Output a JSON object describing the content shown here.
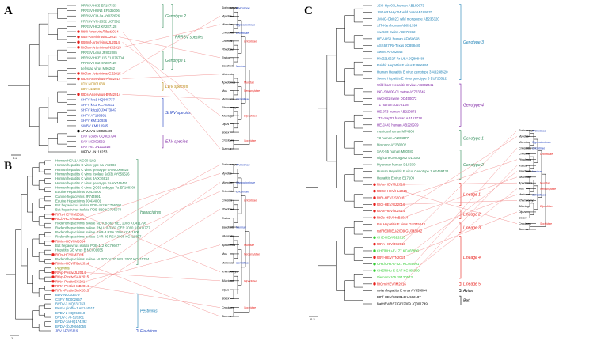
{
  "panels": [
    {
      "label": "A",
      "leaves": [
        {
          "text": "PRRSV HK5 EF187333",
          "color": "#2e8b57",
          "dot": false
        },
        {
          "text": "PRRSV HUN4 EF635006",
          "color": "#2e8b57",
          "dot": false
        },
        {
          "text": "PRRSV CH-1a AY032626",
          "color": "#2e8b57",
          "dot": false
        },
        {
          "text": "PRRSV VR-2332 U87392",
          "color": "#2e8b57",
          "dot": false
        },
        {
          "text": "PRRSV HK2 KF287128",
          "color": "#2e8b57",
          "dot": false
        },
        {
          "text": "RtMi-Arteriviru/Tibet2014",
          "color": "#e8201c",
          "dot": true
        },
        {
          "text": "RtEt-Arterivirus/SX2014",
          "color": "#e8201c",
          "dot": true
        },
        {
          "text": "RtMruf-Arterivirus/JL2014",
          "color": "#e8201c",
          "dot": true
        },
        {
          "text": "RtClan-Arterivirus/NX2015",
          "color": "#e8201c",
          "dot": true
        },
        {
          "text": "PRRSV Lena JF802085",
          "color": "#2e8b57",
          "dot": false
        },
        {
          "text": "PRRSV HKEU16 EU076704",
          "color": "#2e8b57",
          "dot": false
        },
        {
          "text": "PRRSV HK2 KF287129",
          "color": "#2e8b57",
          "dot": false
        },
        {
          "text": "Lelystad virus M96262",
          "color": "#2e8b57",
          "dot": false
        },
        {
          "text": "RtClan-Arterivirus/GZ2015",
          "color": "#e8201c",
          "dot": true
        },
        {
          "text": "RtDs-Arterivirus-A/IM2014",
          "color": "#e8201c",
          "dot": true
        },
        {
          "text": "LDV NC001639",
          "color": "#b8860b",
          "dot": false
        },
        {
          "text": "LDV L13298",
          "color": "#b8860b",
          "dot": false
        },
        {
          "text": "RtDs-Arterivirus-B/IM2014",
          "color": "#e8201c",
          "dot": true
        },
        {
          "text": "SHFV krc1 HQ845737",
          "color": "#1f3fbf",
          "dot": false
        },
        {
          "text": "SHFV krc2 KC787631",
          "color": "#1f3fbf",
          "dot": false
        },
        {
          "text": "SHFV krtg10 JX473847",
          "color": "#1f3fbf",
          "dot": false
        },
        {
          "text": "SHFV AF180391",
          "color": "#1f3fbf",
          "dot": false
        },
        {
          "text": "SHFV KM110936",
          "color": "#1f3fbf",
          "dot": false
        },
        {
          "text": "SWBV KM110935",
          "color": "#1f3fbf",
          "dot": false
        },
        {
          "text": "APMAV-1 NC026439",
          "color": "#000000",
          "dot": true
        },
        {
          "text": "EAV S3685 GQ903794",
          "color": "#7b1fa2",
          "dot": false
        },
        {
          "text": "EAV NC002532",
          "color": "#7b1fa2",
          "dot": false
        },
        {
          "text": "EAV F61 JN211318",
          "color": "#7b1fa2",
          "dot": false
        },
        {
          "text": "WPDV JN116253",
          "color": "#000000",
          "dot": false
        }
      ],
      "groups": [
        {
          "name": "Genotype 2",
          "color": "#2e8b57"
        },
        {
          "name": "Genotype 1",
          "color": "#2e8b57"
        },
        {
          "name": "PRRSV species",
          "color": "#2e8b57"
        },
        {
          "name": "LDV species",
          "color": "#b8860b"
        },
        {
          "name": "SHFV species",
          "color": "#1f3fbf"
        },
        {
          "name": "EAV species",
          "color": "#7b1fa2"
        }
      ],
      "scale": "0.2"
    },
    {
      "label": "B",
      "leaves": [
        {
          "text": "Human HCV1A NC004102",
          "color": "#2e8b57",
          "dot": false
        },
        {
          "text": "Human hepatitis C virus type 6a Y12083",
          "color": "#2e8b57",
          "dot": false
        },
        {
          "text": "Human hepatitis C virus genotype 5A NC009826",
          "color": "#2e8b57",
          "dot": false
        },
        {
          "text": "Human hepatitis C virus (isolate 6a33) AY859526",
          "color": "#2e8b57",
          "dot": false
        },
        {
          "text": "Human hepatitis C virus 3A X76918",
          "color": "#2e8b57",
          "dot": false
        },
        {
          "text": "Human hepatitis C virus genotype 2a AY746460",
          "color": "#2e8b57",
          "dot": false
        },
        {
          "text": "Human hepatitis C virus QC69 subtype 7a EF108306",
          "color": "#2e8b57",
          "dot": false
        },
        {
          "text": "Equine Hepacivirus JQ434000",
          "color": "#2e8b57",
          "dot": false
        },
        {
          "text": "Canine hepacivirus JF744991",
          "color": "#2e8b57",
          "dot": false
        },
        {
          "text": "Equine Hepacivirus JQ434001",
          "color": "#2e8b57",
          "dot": false
        },
        {
          "text": "Bat hepacivirus isolate PDB-452 KC796090",
          "color": "#2e8b57",
          "dot": false
        },
        {
          "text": "Bat hepacivirus isolate PDB-829 KC796074",
          "color": "#2e8b57",
          "dot": false
        },
        {
          "text": "RtRs-HCV/IM2014",
          "color": "#e8201c",
          "dot": true
        },
        {
          "text": "RtCb-HCV/HuB2014",
          "color": "#e8201c",
          "dot": true
        },
        {
          "text": "Rodent hepacivirus isolate NLR08-365 NEL 2008 KC411796",
          "color": "#2e8b57",
          "dot": false
        },
        {
          "text": "Rodent hepacivirus isolate RMU10-3382 GER 2010 KC411777",
          "color": "#2e8b57",
          "dot": false
        },
        {
          "text": "Rodent hepacivirus isolate SAR-3 RSA 2008 KC411806",
          "color": "#2e8b57",
          "dot": false
        },
        {
          "text": "Rodent hepacivirus isolate SAR-46 RSA 2008 KC411807",
          "color": "#2e8b57",
          "dot": false
        },
        {
          "text": "RtMm-HCV/IM2014",
          "color": "#e8201c",
          "dot": true
        },
        {
          "text": "Bat hepacivirus isolate PDB-112 KC796077",
          "color": "#2e8b57",
          "dot": false
        },
        {
          "text": "Hepatitis GB virus B NC001655",
          "color": "#2e8b57",
          "dot": false
        },
        {
          "text": "RtDs-HCV/IM2014",
          "color": "#e8201c",
          "dot": true
        },
        {
          "text": "Rodent hepacivirus isolate NLR07-oct70 NEL 2007 KC411784",
          "color": "#2e8b57",
          "dot": false
        },
        {
          "text": "RtMm-HCV/Tibet2014",
          "color": "#e8201c",
          "dot": true
        },
        {
          "text": "Pegivirus",
          "color": "#8b8b00",
          "dot": false
        },
        {
          "text": "RtAp-Pestiv/JL2014",
          "color": "#e8201c",
          "dot": true
        },
        {
          "text": "RtAp-Pestiv/SAX2015",
          "color": "#e8201c",
          "dot": true
        },
        {
          "text": "RtNn-Pestiv/SC2014",
          "color": "#e8201c",
          "dot": true
        },
        {
          "text": "RtRn-Pestiv/HuB2014",
          "color": "#e8201c",
          "dot": true
        },
        {
          "text": "RtRn-Pestiv/SAX2015",
          "color": "#e8201c",
          "dot": true
        },
        {
          "text": "BDV NC003679",
          "color": "#1a7fb5",
          "dot": false
        },
        {
          "text": "CSFV NC002657",
          "color": "#1a7fb5",
          "dot": false
        },
        {
          "text": "BVDV-3 HQ231763",
          "color": "#1a7fb5",
          "dot": false
        },
        {
          "text": "Pestiv giraffe-1 AF144617",
          "color": "#1a7fb5",
          "dot": false
        },
        {
          "text": "BVDV-2 HQ258810",
          "color": "#1a7fb5",
          "dot": false
        },
        {
          "text": "BVDV-1 AF526381",
          "color": "#1a7fb5",
          "dot": false
        },
        {
          "text": "BVDV-1a HQ174292",
          "color": "#1a7fb5",
          "dot": false
        },
        {
          "text": "BVDV-1b JN664055",
          "color": "#1a7fb5",
          "dot": false
        },
        {
          "text": "JEV AF315119",
          "color": "#1f3fbf",
          "dot": false
        }
      ],
      "groups": [
        {
          "name": "Hepacivirus",
          "color": "#2e8b57"
        },
        {
          "name": "Pestivirus",
          "color": "#1a7fb5"
        },
        {
          "name": "Flavivirus",
          "color": "#1f3fbf"
        }
      ],
      "scale": "1"
    },
    {
      "label": "C",
      "leaves": [
        {
          "text": "JSO-Hyo03L human AB189073",
          "color": "#1a7fb5",
          "dot": false
        },
        {
          "text": "JBOAR1-Hyo04 wild boar AB189070",
          "color": "#1a7fb5",
          "dot": false
        },
        {
          "text": "JMNG-Oki02C wild mongoose AB236320",
          "color": "#1a7fb5",
          "dot": false
        },
        {
          "text": "JJT-Kan human AB091394",
          "color": "#1a7fb5",
          "dot": false
        },
        {
          "text": "swJ570 Swine AB073912",
          "color": "#1a7fb5",
          "dot": false
        },
        {
          "text": "HEV-US1 human AF060668",
          "color": "#1a7fb5",
          "dot": false
        },
        {
          "text": "ASK627 Rr-Texas JQ898480",
          "color": "#1a7fb5",
          "dot": false
        },
        {
          "text": "Swine AF082843",
          "color": "#1a7fb5",
          "dot": false
        },
        {
          "text": "MVZ216627 Rr-USA JQ898486",
          "color": "#1a7fb5",
          "dot": false
        },
        {
          "text": "Rabbit Hepatitis E virus FJ906895",
          "color": "#1a7fb5",
          "dot": false
        },
        {
          "text": "Human Hepatitis E virus genotype 3 AB248520",
          "color": "#1a7fb5",
          "dot": false
        },
        {
          "text": "Swine Hepatitis E virus genotype 3 EU723512",
          "color": "#1a7fb5",
          "dot": false
        },
        {
          "text": "Wild boar Hepatitis E virus AB602441",
          "color": "#7b1fa2",
          "dot": false
        },
        {
          "text": "IND-SW-00-01 swine AY723745",
          "color": "#7b1fa2",
          "dot": false
        },
        {
          "text": "swCH31 swine DQ450072",
          "color": "#7b1fa2",
          "dot": false
        },
        {
          "text": "T1 human AJ272108",
          "color": "#7b1fa2",
          "dot": false
        },
        {
          "text": "HE-JF3 human AB220971",
          "color": "#7b1fa2",
          "dot": false
        },
        {
          "text": "JTS-Sap02 human AB161718",
          "color": "#7b1fa2",
          "dot": false
        },
        {
          "text": "HE-JA41 human AB220979",
          "color": "#7b1fa2",
          "dot": false
        },
        {
          "text": "mexican human M74506",
          "color": "#2e8b57",
          "dot": false
        },
        {
          "text": "T3 human AY204877",
          "color": "#2e8b57",
          "dot": false
        },
        {
          "text": "Morocco AY230202",
          "color": "#2e8b57",
          "dot": false
        },
        {
          "text": "SAR-55 human M80581",
          "color": "#2e8b57",
          "dot": false
        },
        {
          "text": "Uigh179 Genotype2 D11093",
          "color": "#2e8b57",
          "dot": false
        },
        {
          "text": "Myanmar human D10330",
          "color": "#2e8b57",
          "dot": false
        },
        {
          "text": "Human Hepatitis E virus Genotype 1 AF459438",
          "color": "#2e8b57",
          "dot": false
        },
        {
          "text": "Hepatitis E virus E17109",
          "color": "#2e8b57",
          "dot": false
        },
        {
          "text": "RtAa-HEV/JL2016",
          "color": "#e8201c",
          "dot": true
        },
        {
          "text": "RtMm-HEV/HL2016",
          "color": "#e8201c",
          "dot": true
        },
        {
          "text": "RtEt-HEV/JS2016",
          "color": "#e8201c",
          "dot": true
        },
        {
          "text": "RtCl-HEV/GZ2016",
          "color": "#e8201c",
          "dot": true
        },
        {
          "text": "RtAa-HEV/JL2014",
          "color": "#e8201c",
          "dot": true
        },
        {
          "text": "RtCb-HEV/HuB2014",
          "color": "#e8201c",
          "dot": true
        },
        {
          "text": "Rat Hepatitis E virus GU345043",
          "color": "#e8201c",
          "dot": false
        },
        {
          "text": "rat/R63/DEU/2009 GU345042",
          "color": "#e8201c",
          "dot": false
        },
        {
          "text": "CHZ-HEV/GZ2016",
          "color": "#32cd32",
          "dot": true
        },
        {
          "text": "RtRn-HEV/JS2016",
          "color": "#e8201c",
          "dot": true
        },
        {
          "text": "CHZ/RHu-E-177 KC465990",
          "color": "#32cd32",
          "dot": true
        },
        {
          "text": "RtRf-HEV/YN2014",
          "color": "#e8201c",
          "dot": true
        },
        {
          "text": "CHZ/CHZ-E-321 KC465991",
          "color": "#32cd32",
          "dot": true
        },
        {
          "text": "CHZ/RHu-E-EAT KC465999",
          "color": "#32cd32",
          "dot": true
        },
        {
          "text": "Vietnam-105 JX120573",
          "color": "#32cd32",
          "dot": false
        },
        {
          "text": "RtCm-HEV/IM2016",
          "color": "#e8201c",
          "dot": true
        },
        {
          "text": "Avian hepatitis E virus AY535004",
          "color": "#000000",
          "dot": false
        },
        {
          "text": "BtRf-HEV/SX2014 KJ562187",
          "color": "#000000",
          "dot": false
        },
        {
          "text": "BatHEV/BS7/GE/2009 JQ001749",
          "color": "#000000",
          "dot": false
        }
      ],
      "groups": [
        {
          "name": "Genotype 3",
          "color": "#1a7fb5"
        },
        {
          "name": "Genotype 4",
          "color": "#7b1fa2"
        },
        {
          "name": "Genotype 1",
          "color": "#2e8b57"
        },
        {
          "name": "Genotype 2",
          "color": "#2e8b57"
        },
        {
          "name": "Lineage 1",
          "color": "#e8201c"
        },
        {
          "name": "Lineage 2",
          "color": "#e8201c"
        },
        {
          "name": "Lineage 3",
          "color": "#e8201c"
        },
        {
          "name": "Lineage 4",
          "color": "#e8201c"
        },
        {
          "name": "Lineage 5",
          "color": "#e8201c"
        },
        {
          "name": "Avian",
          "color": "#000000"
        },
        {
          "name": "Bat",
          "color": "#000000"
        }
      ],
      "scale": "0.2"
    }
  ],
  "host_tree": {
    "taxa": [
      "Sothoromys",
      "Myodes",
      "Microtus",
      "Cricetulus",
      "Cricetus",
      "Phodopus",
      "Rattus",
      "Bandicota",
      "Niviventer",
      "Apodemus",
      "Mus",
      "Meriones",
      "Rhombomys",
      "Allactaga",
      "Dipus",
      "Sorex",
      "Crocidura",
      "Suncus"
    ],
    "clades": [
      {
        "name": "Arvicolinae",
        "color": "#1f3fbf"
      },
      {
        "name": "Cricetinae",
        "color": "#1f3fbf"
      },
      {
        "name": "Murinae",
        "color": "#1f3fbf"
      },
      {
        "name": "Gerbillinae",
        "color": "#1f3fbf"
      },
      {
        "name": "Sigmodontinae",
        "color": "#1f3fbf"
      },
      {
        "name": "Cricetidae",
        "color": "#e8201c"
      },
      {
        "name": "Muridae",
        "color": "#e8201c"
      },
      {
        "name": "Neosmyidae",
        "color": "#e8201c"
      },
      {
        "name": "Dipodidae",
        "color": "#e8201c"
      },
      {
        "name": "Soricidae",
        "color": "#e8201c"
      }
    ]
  }
}
